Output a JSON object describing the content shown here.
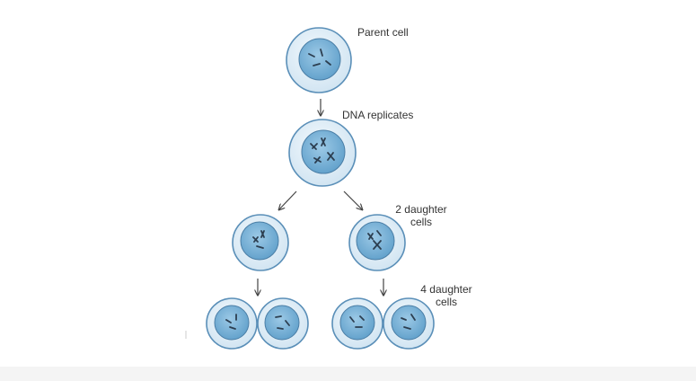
{
  "labels": {
    "parent": "Parent cell",
    "dna": "DNA replicates",
    "two_line1": "2 daughter",
    "two_line2": "cells",
    "four_line1": "4 daughter",
    "four_line2": "cells"
  },
  "colors": {
    "cytoplasm": "#e4f0f8",
    "membrane": "#5a8fb8",
    "nucleus": "#7ab4d8",
    "nucleus_edge": "#4a7ea6",
    "chromosome": "#2c3e50",
    "arrow": "#444444",
    "text": "#333333"
  }
}
